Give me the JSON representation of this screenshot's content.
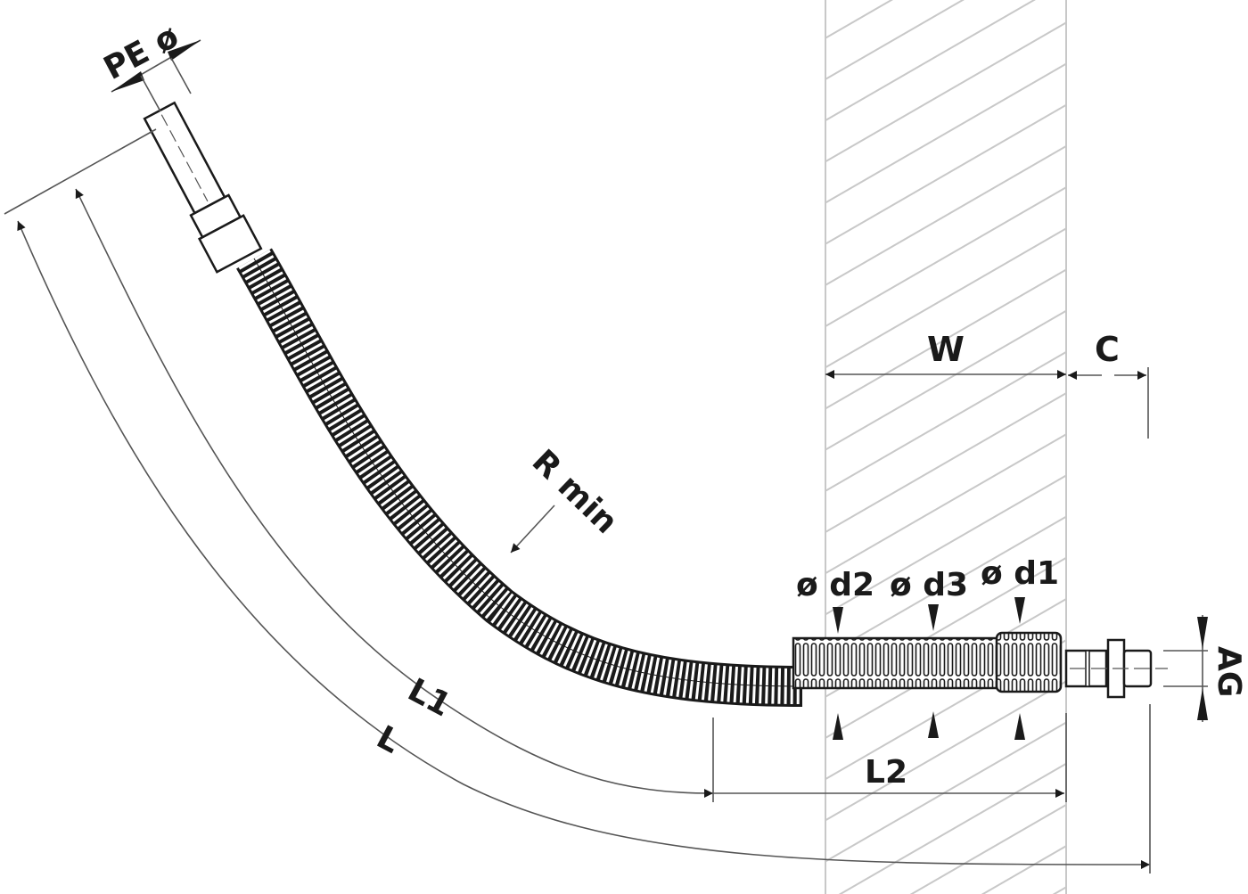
{
  "drawing": {
    "type": "technical-dimension-drawing",
    "subject": "flexible corrugated hose with PE connection passing through wall",
    "colors": {
      "line": "#1a1a1a",
      "dimension": "#555555",
      "wall_hatch": "#c8c8c8",
      "background": "#ffffff"
    }
  },
  "labels": {
    "pe_diameter": "PE ø",
    "r_min": "R min",
    "wall_width": "W",
    "clearance": "C",
    "d2": "ø d2",
    "d3": "ø d3",
    "d1": "ø d1",
    "thread": "AG",
    "l1": "L1",
    "l": "L",
    "l2": "L2"
  }
}
